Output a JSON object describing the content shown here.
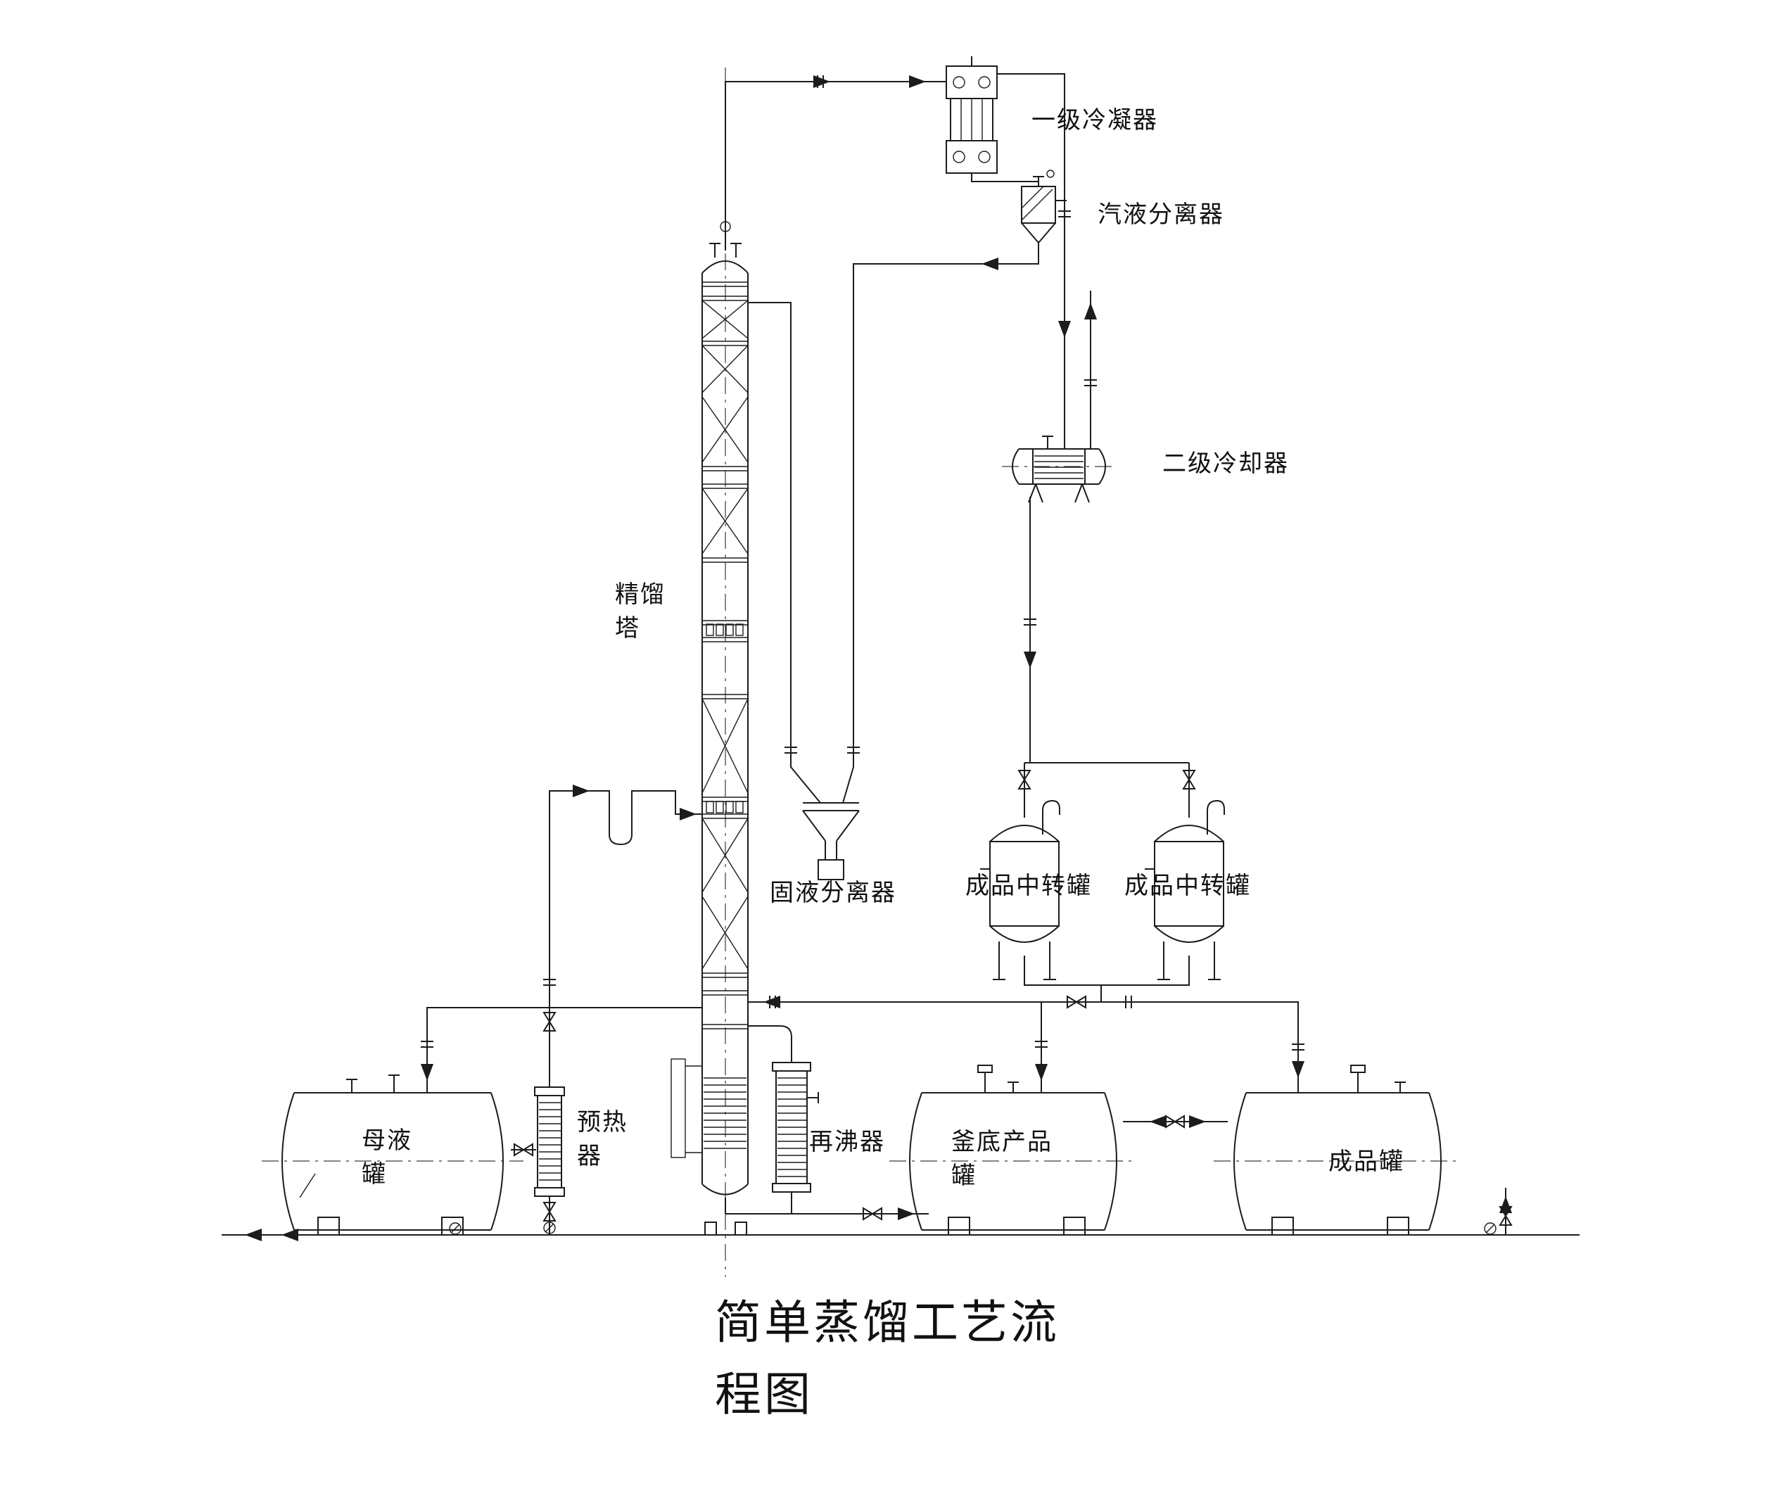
{
  "title": {
    "text": "简单蒸馏工艺流\n程图"
  },
  "labels": {
    "condenser": "一级冷凝器",
    "vapor_liquid_separator": "汽液分离器",
    "secondary_cooler": "二级冷却器",
    "distillation_column": "精馏\n塔",
    "solid_liquid_separator": "固液分离器",
    "transfer_tank_left": "成品中转罐",
    "transfer_tank_right": "成品中转罐",
    "mother_liquor_tank": "母液\n罐",
    "preheater": "预热\n器",
    "reboiler": "再沸器",
    "bottoms_product_tank": "釜底产品\n罐",
    "product_tank": "成品罐"
  },
  "colors": {
    "line": "#1c1c1c",
    "background": "#ffffff"
  }
}
